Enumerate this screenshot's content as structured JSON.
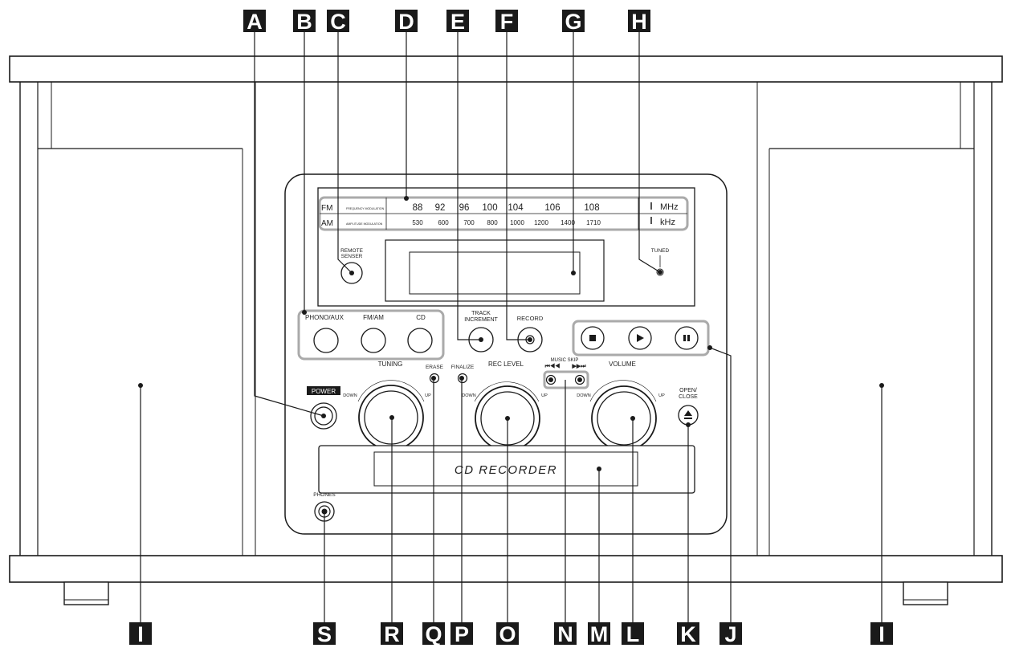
{
  "callouts": {
    "A": "A",
    "B": "B",
    "C": "C",
    "D": "D",
    "E": "E",
    "F": "F",
    "G": "G",
    "H": "H",
    "I": "I",
    "J": "J",
    "K": "K",
    "L": "L",
    "M": "M",
    "N": "N",
    "O": "O",
    "P": "P",
    "Q": "Q",
    "R": "R",
    "S": "S"
  },
  "tuner": {
    "fm_band": "FM",
    "am_band": "AM",
    "fm_caption": "FREQUENCY MODULATION",
    "am_caption": "AMPLITUDE MODULATION",
    "fm_scale": [
      "88",
      "92",
      "96",
      "100",
      "104",
      "106",
      "108"
    ],
    "am_scale": [
      "530",
      "600",
      "700",
      "800",
      "1000",
      "1200",
      "1400",
      "1710"
    ],
    "fm_unit": "MHz",
    "am_unit": "kHz",
    "tuned": "TUNED"
  },
  "labels": {
    "remote_sensor": [
      "REMOTE",
      "SENSER"
    ],
    "phono_aux": "PHONO/AUX",
    "fm_am": "FM/AM",
    "cd": "CD",
    "track_increment": [
      "TRACK",
      "INCREMENT"
    ],
    "record": "RECORD",
    "music_skip": "MUSIC SKIP",
    "skip_back": "⏮◀◀",
    "skip_fwd": "▶▶⏭",
    "power": "POWER",
    "tuning": "TUNING",
    "erase": "ERASE",
    "finalize": "FINALIZE",
    "rec_level": "REC LEVEL",
    "volume": "VOLUME",
    "down": "DOWN",
    "up": "UP",
    "open_close": [
      "OPEN/",
      "CLOSE"
    ],
    "cd_recorder": "CD RECORDER",
    "phones": "PHONES"
  },
  "icons": {
    "stop": "stop-icon",
    "play": "play-icon",
    "pause": "pause-icon",
    "eject": "eject-icon"
  }
}
